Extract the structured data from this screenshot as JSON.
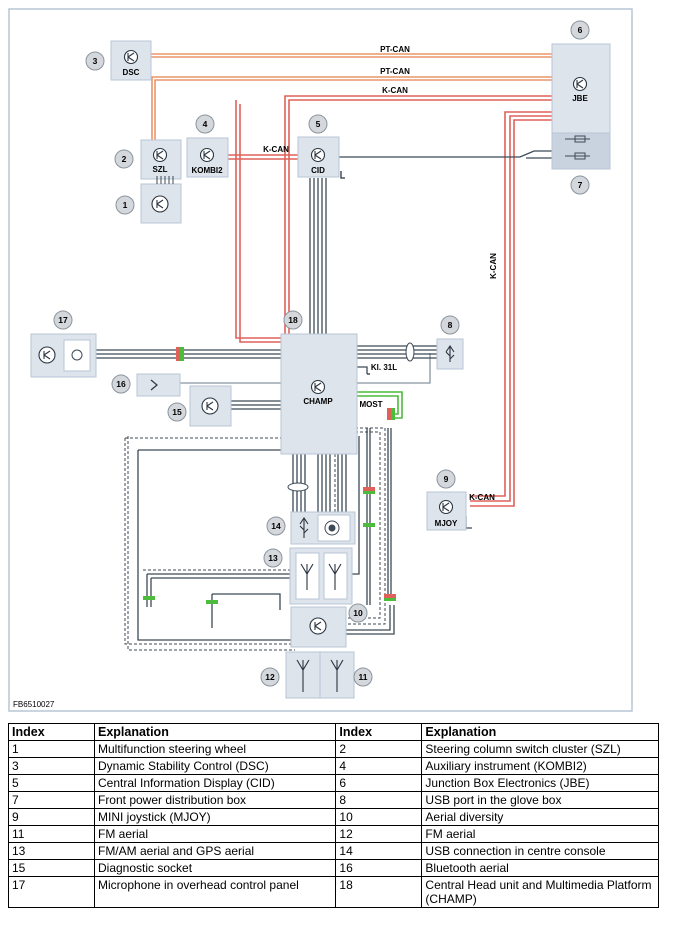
{
  "diagram": {
    "figure_code": "FB6510027",
    "components": [
      {
        "index": "1",
        "label": ""
      },
      {
        "index": "2",
        "label": "SZL"
      },
      {
        "index": "3",
        "label": "DSC"
      },
      {
        "index": "4",
        "label": "KOMBI2"
      },
      {
        "index": "5",
        "label": "CID"
      },
      {
        "index": "6",
        "label": "JBE"
      },
      {
        "index": "7",
        "label": ""
      },
      {
        "index": "8",
        "label": ""
      },
      {
        "index": "9",
        "label": "MJOY"
      },
      {
        "index": "10",
        "label": ""
      },
      {
        "index": "11",
        "label": ""
      },
      {
        "index": "12",
        "label": ""
      },
      {
        "index": "13",
        "label": ""
      },
      {
        "index": "14",
        "label": ""
      },
      {
        "index": "15",
        "label": ""
      },
      {
        "index": "16",
        "label": ""
      },
      {
        "index": "17",
        "label": ""
      },
      {
        "index": "18",
        "label": "CHAMP"
      }
    ],
    "bus_labels": {
      "pt_can_1": "PT-CAN",
      "pt_can_2": "PT-CAN",
      "k_can_top": "K-CAN",
      "k_can_kombi": "K-CAN",
      "k_can_vertical": "K-CAN",
      "k_can_mjoy": "K-CAN",
      "most": "MOST",
      "kl31l": "Kl. 31L"
    }
  },
  "legend": {
    "headers": [
      "Index",
      "Explanation",
      "Index",
      "Explanation"
    ],
    "rows": [
      [
        "1",
        "Multifunction steering wheel",
        "2",
        "Steering column switch cluster (SZL)"
      ],
      [
        "3",
        "Dynamic Stability Control (DSC)",
        "4",
        "Auxiliary instrument (KOMBI2)"
      ],
      [
        "5",
        "Central Information Display (CID)",
        "6",
        "Junction Box Electronics (JBE)"
      ],
      [
        "7",
        "Front power distribution box",
        "8",
        "USB port in the glove box"
      ],
      [
        "9",
        "MINI joystick (MJOY)",
        "10",
        "Aerial diversity"
      ],
      [
        "11",
        "FM aerial",
        "12",
        "FM aerial"
      ],
      [
        "13",
        "FM/AM aerial and GPS aerial",
        "14",
        "USB connection in centre console"
      ],
      [
        "15",
        "Diagnostic socket",
        "16",
        "Bluetooth aerial"
      ],
      [
        "17",
        "Microphone in overhead control panel",
        "18",
        "Central Head unit and Multimedia Platform (CHAMP)"
      ]
    ]
  },
  "colors": {
    "pt_can": "#e8956a",
    "k_can": "#e0605a",
    "most": "#4dbb3c",
    "box_fill": "#dde4ec",
    "frame": "#b7c6d6",
    "wire": "#3d4a56",
    "callout_fill": "#d4d8dc"
  }
}
